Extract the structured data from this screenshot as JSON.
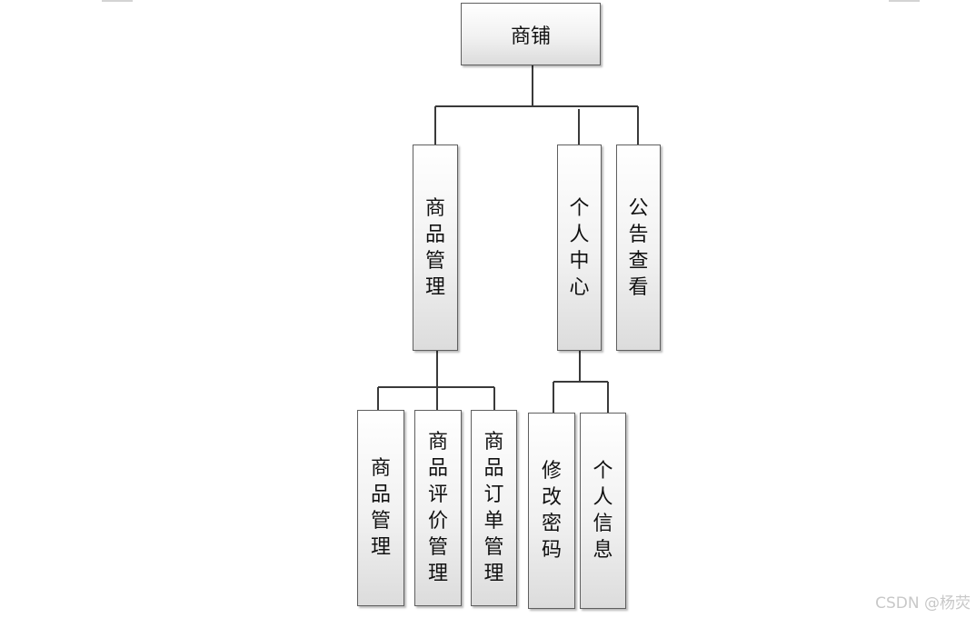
{
  "diagram": {
    "root": {
      "label": "商铺"
    },
    "level1": [
      {
        "id": "goods-mgmt",
        "label": "商品管理"
      },
      {
        "id": "personal-center",
        "label": "个人中心"
      },
      {
        "id": "notice-view",
        "label": "公告查看"
      }
    ],
    "level2": [
      {
        "id": "goods",
        "parent": "goods-mgmt",
        "label": "商品管理"
      },
      {
        "id": "review",
        "parent": "goods-mgmt",
        "label": "商品评价管理"
      },
      {
        "id": "order",
        "parent": "goods-mgmt",
        "label": "商品订单管理"
      },
      {
        "id": "password",
        "parent": "personal-center",
        "label": "修改密码"
      },
      {
        "id": "info",
        "parent": "personal-center",
        "label": "个人信息"
      }
    ]
  },
  "watermark": "CSDN @杨荧",
  "colors": {
    "line": "#3a3a3a",
    "box_border": "#5f5f5f"
  }
}
